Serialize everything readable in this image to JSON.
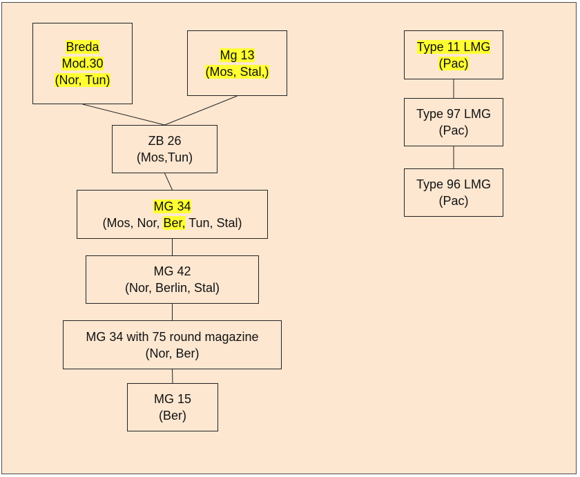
{
  "colors": {
    "background": "#fde7d1",
    "highlight": "#ffff33",
    "border": "#222222"
  },
  "nodes": {
    "breda": {
      "line1": "Breda",
      "line2": "Mod.30",
      "line3": "(Nor, Tun)"
    },
    "mg13": {
      "line1": "Mg 13",
      "line2": "(Mos, Stal,)"
    },
    "zb26": {
      "line1": "ZB 26",
      "line2": "(Mos,Tun)"
    },
    "mg34": {
      "line1": "MG 34",
      "line2a": "(Mos, Nor, ",
      "line2b": "Ber,",
      "line2c": " Tun, Stal)"
    },
    "mg42": {
      "line1": "MG 42",
      "line2": "(Nor, Berlin, Stal)"
    },
    "mg34_75": {
      "line1": "MG 34 with 75 round magazine",
      "line2": "(Nor, Ber)"
    },
    "mg15": {
      "line1": "MG 15",
      "line2": "(Ber)"
    },
    "type11": {
      "line1": "Type 11 LMG",
      "line2": "(Pac)"
    },
    "type97": {
      "line1": "Type 97 LMG",
      "line2": "(Pac)"
    },
    "type96": {
      "line1": "Type 96 LMG",
      "line2": "(Pac)"
    }
  },
  "edges": [
    {
      "from": "breda",
      "to": "zb26"
    },
    {
      "from": "mg13",
      "to": "zb26"
    },
    {
      "from": "zb26",
      "to": "mg34"
    },
    {
      "from": "mg34",
      "to": "mg42"
    },
    {
      "from": "mg42",
      "to": "mg34_75"
    },
    {
      "from": "mg34_75",
      "to": "mg15"
    },
    {
      "from": "type11",
      "to": "type97"
    },
    {
      "from": "type97",
      "to": "type96"
    }
  ]
}
